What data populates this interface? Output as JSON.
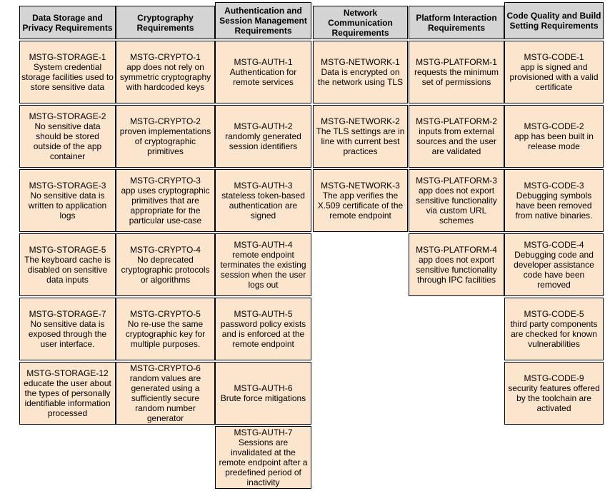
{
  "colors": {
    "page_bg": "#ffffff",
    "header_bg": "#d4d4d4",
    "cell_bg": "#fce5cd",
    "border": "#000000"
  },
  "table": {
    "columns": [
      {
        "id": "data-storage-privacy",
        "header": "Data Storage and Privacy Requirements",
        "cells": [
          {
            "code": "MSTG-STORAGE-1",
            "text": "System credential storage facilities used to store sensitive data"
          },
          {
            "code": "MSTG-STORAGE-2",
            "text": "No sensitive data should be stored outside of the app container"
          },
          {
            "code": "MSTG-STORAGE-3",
            "text": "No sensitive data is written to application logs"
          },
          {
            "code": "MSTG-STORAGE-5",
            "text": "The keyboard cache is disabled on sensitive data inputs"
          },
          {
            "code": "MSTG-STORAGE-7",
            "text": "No sensitive data is exposed through the user interface."
          },
          {
            "code": "MSTG-STORAGE-12",
            "text": "educate the user about the types of personally identifiable information processed"
          }
        ]
      },
      {
        "id": "cryptography",
        "header": "Cryptography Requirements",
        "cells": [
          {
            "code": "MSTG-CRYPTO-1",
            "text": "app does not rely on symmetric cryptography with hardcoded keys"
          },
          {
            "code": "MSTG-CRYPTO-2",
            "text": "proven implementations of cryptographic primitives"
          },
          {
            "code": "MSTG-CRYPTO-3",
            "text": "app uses cryptographic primitives that are appropriate for the particular use-case"
          },
          {
            "code": "MSTG-CRYPTO-4",
            "text": "No deprecated cryptographic protocols or algorithms"
          },
          {
            "code": "MSTG-CRYPTO-5",
            "text": "No re-use the same cryptographic key for multiple purposes."
          },
          {
            "code": "MSTG-CRYPTO-6",
            "text": "random values are generated using a sufficiently secure random number generator"
          }
        ]
      },
      {
        "id": "authentication-session-management",
        "header": "Authentication and Session Management Requirements",
        "cells": [
          {
            "code": "MSTG-AUTH-1",
            "text": "Authentication for remote services"
          },
          {
            "code": "MSTG-AUTH-2",
            "text": "randomly generated session identifiers"
          },
          {
            "code": "MSTG-AUTH-3",
            "text": "stateless token-based authentication are signed"
          },
          {
            "code": "MSTG-AUTH-4",
            "text": "remote endpoint terminates the existing session when the user logs out"
          },
          {
            "code": "MSTG-AUTH-5",
            "text": "password policy exists and is enforced at the remote endpoint"
          },
          {
            "code": "MSTG-AUTH-6",
            "text": "Brute force mitigations"
          },
          {
            "code": "MSTG-AUTH-7",
            "text": "Sessions are invalidated at the remote endpoint after a predefined period of inactivity"
          }
        ]
      },
      {
        "id": "network-communication",
        "header": "Network Communication Requirements",
        "cells": [
          {
            "code": "MSTG-NETWORK-1",
            "text": "Data is encrypted on the network using TLS"
          },
          {
            "code": "MSTG-NETWORK-2",
            "text": "The TLS settings are in line with current best practices"
          },
          {
            "code": "MSTG-NETWORK-3",
            "text": "The app verifies the X.509 certificate of the remote endpoint"
          }
        ]
      },
      {
        "id": "platform-interaction",
        "header": "Platform Interaction Requirements",
        "cells": [
          {
            "code": "MSTG-PLATFORM-1",
            "text": "requests the minimum set of permissions"
          },
          {
            "code": "MSTG-PLATFORM-2",
            "text": "inputs from external sources and the user are validated"
          },
          {
            "code": "MSTG-PLATFORM-3",
            "text": "app does not export sensitive functionality via custom URL schemes"
          },
          {
            "code": "MSTG-PLATFORM-4",
            "text": "app does not export sensitive functionality through IPC facilities"
          }
        ]
      },
      {
        "id": "code-quality-build-settings",
        "header": "Code Quality and Build Setting Requirements",
        "cells": [
          {
            "code": "MSTG-CODE-1",
            "text": "app is signed and provisioned with a valid certificate"
          },
          {
            "code": "MSTG-CODE-2",
            "text": "app has been built in release mode"
          },
          {
            "code": "MSTG-CODE-3",
            "text": "Debugging symbols have been removed from native binaries."
          },
          {
            "code": "MSTG-CODE-4",
            "text": "Debugging code and developer assistance code have been removed"
          },
          {
            "code": "MSTG-CODE-5",
            "text": "third party components are checked for known vulnerabilities"
          },
          {
            "code": "MSTG-CODE-9",
            "text": "security features offered by the toolchain are activated"
          }
        ]
      }
    ]
  }
}
